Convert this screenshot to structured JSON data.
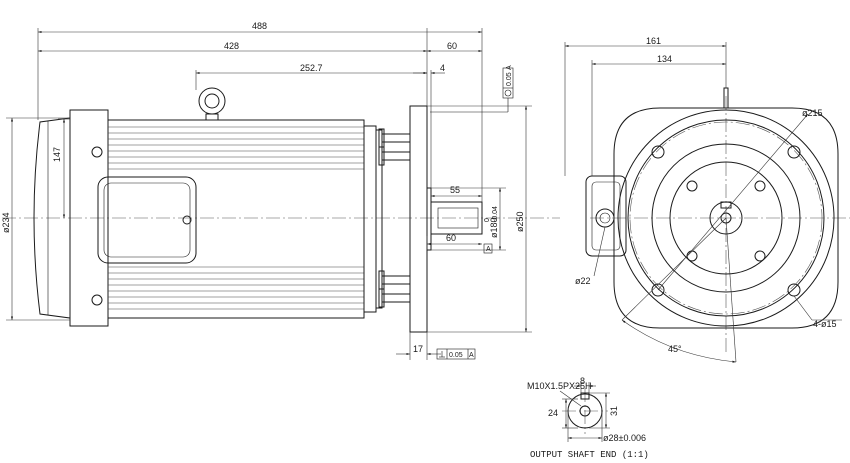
{
  "side_view": {
    "dims": {
      "overall_length": "488",
      "body_length": "428",
      "flange_to_shaft": "60",
      "eyebolt_to_flange": "252.7",
      "spigot_depth": "4",
      "height_147": "147",
      "body_diameter": "ø234",
      "shaft_length": "55",
      "shaft_key_length": "60",
      "spigot_diameter": "ø180",
      "spigot_tol_upper": "0",
      "spigot_tol_lower": "-0.04",
      "flange_diameter": "ø250",
      "flange_thickness": "17"
    },
    "tolerances": {
      "runout": "0.05",
      "runout_ref": "A",
      "perp": "0.05",
      "perp_ref": "A",
      "datum": "A"
    }
  },
  "front_view": {
    "dims": {
      "terminal_box_width": "161",
      "terminal_offset": "134",
      "pcd": "ø215",
      "cable_gland": "ø22",
      "holes": "4-ø15",
      "angle": "45°"
    }
  },
  "shaft_detail": {
    "thread": "M10X1.5PX25H",
    "key_width": "8",
    "key_height": "24",
    "shaft_height": "31",
    "shaft_diameter": "ø28±0.006",
    "title": "OUTPUT SHAFT END (1:1)"
  }
}
